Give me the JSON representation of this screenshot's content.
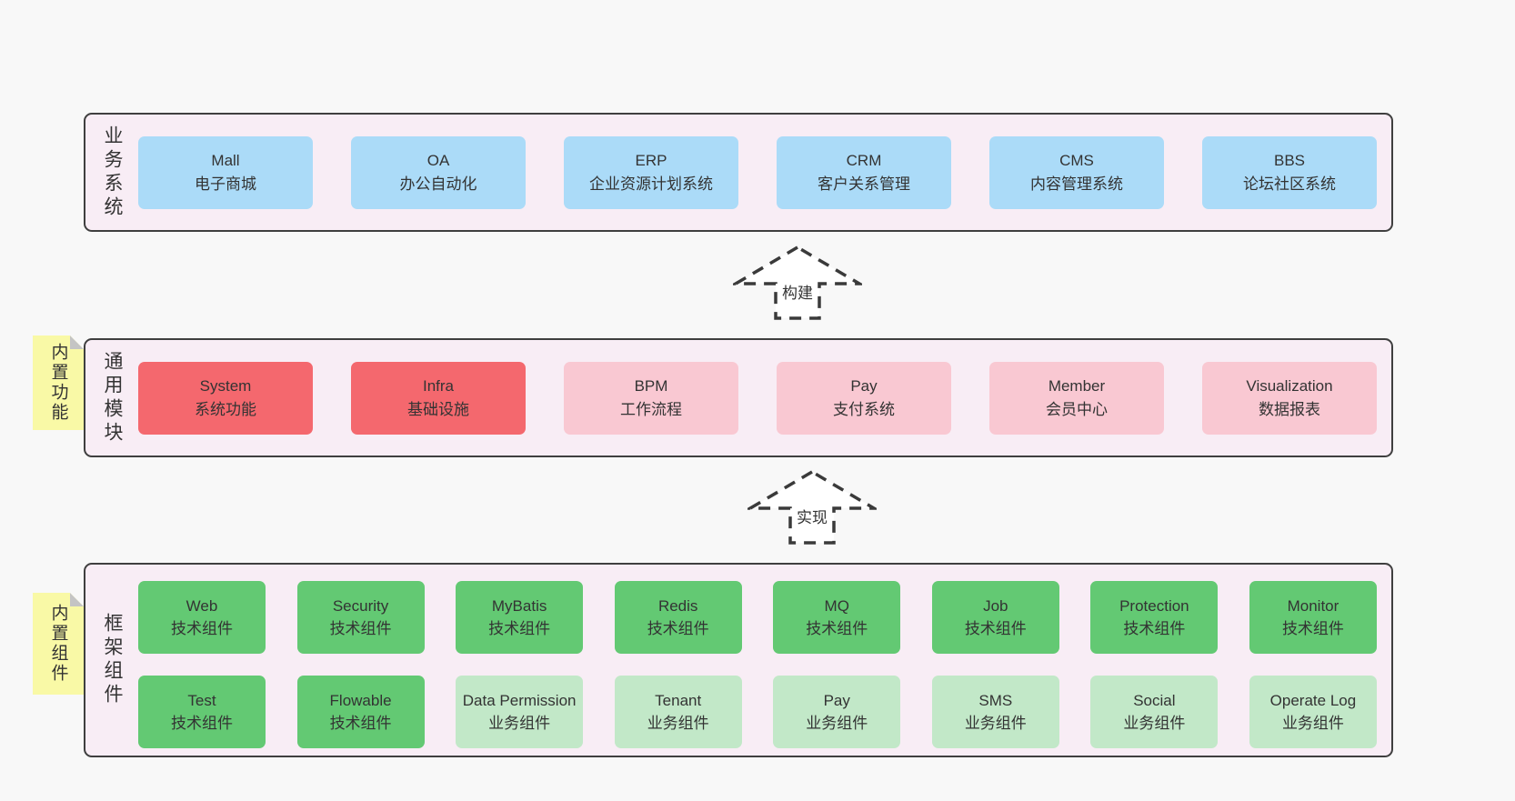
{
  "palette": {
    "page_bg": "#f8f8f8",
    "layer_bg": "#f8edf5",
    "border": "#3f3f3f",
    "text": "#333333",
    "blue": "#abdbf8",
    "red": "#f4686e",
    "pink": "#f9c8d2",
    "green": "#63c973",
    "light_green": "#c2e8c8",
    "sticky": "#f9f9a6",
    "fold": "#c4c4c4",
    "arrow_stroke": "#3a3a3a",
    "arrow_fill": "#ffffff"
  },
  "layers": [
    {
      "label": "业务系统",
      "boxes": [
        {
          "title": "Mall",
          "subtitle": "电子商城"
        },
        {
          "title": "OA",
          "subtitle": "办公自动化"
        },
        {
          "title": "ERP",
          "subtitle": "企业资源计划系统"
        },
        {
          "title": "CRM",
          "subtitle": "客户关系管理"
        },
        {
          "title": "CMS",
          "subtitle": "内容管理系统"
        },
        {
          "title": "BBS",
          "subtitle": "论坛社区系统"
        }
      ]
    },
    {
      "label": "通用模块",
      "sticky": "内置功能",
      "boxes": [
        {
          "title": "System",
          "subtitle": "系统功能"
        },
        {
          "title": "Infra",
          "subtitle": "基础设施"
        },
        {
          "title": "BPM",
          "subtitle": "工作流程"
        },
        {
          "title": "Pay",
          "subtitle": "支付系统"
        },
        {
          "title": "Member",
          "subtitle": "会员中心"
        },
        {
          "title": "Visualization",
          "subtitle": "数据报表"
        }
      ]
    },
    {
      "label": "框架组件",
      "sticky": "内置组件",
      "rows": [
        [
          {
            "title": "Web",
            "subtitle": "技术组件"
          },
          {
            "title": "Security",
            "subtitle": "技术组件"
          },
          {
            "title": "MyBatis",
            "subtitle": "技术组件"
          },
          {
            "title": "Redis",
            "subtitle": "技术组件"
          },
          {
            "title": "MQ",
            "subtitle": "技术组件"
          },
          {
            "title": "Job",
            "subtitle": "技术组件"
          },
          {
            "title": "Protection",
            "subtitle": "技术组件"
          },
          {
            "title": "Monitor",
            "subtitle": "技术组件"
          }
        ],
        [
          {
            "title": "Test",
            "subtitle": "技术组件"
          },
          {
            "title": "Flowable",
            "subtitle": "技术组件"
          },
          {
            "title": "Data Permission",
            "subtitle": "业务组件"
          },
          {
            "title": "Tenant",
            "subtitle": "业务组件"
          },
          {
            "title": "Pay",
            "subtitle": "业务组件"
          },
          {
            "title": "SMS",
            "subtitle": "业务组件"
          },
          {
            "title": "Social",
            "subtitle": "业务组件"
          },
          {
            "title": "Operate Log",
            "subtitle": "业务组件"
          }
        ]
      ]
    }
  ],
  "arrows": [
    {
      "label": "构建"
    },
    {
      "label": "实现"
    }
  ]
}
